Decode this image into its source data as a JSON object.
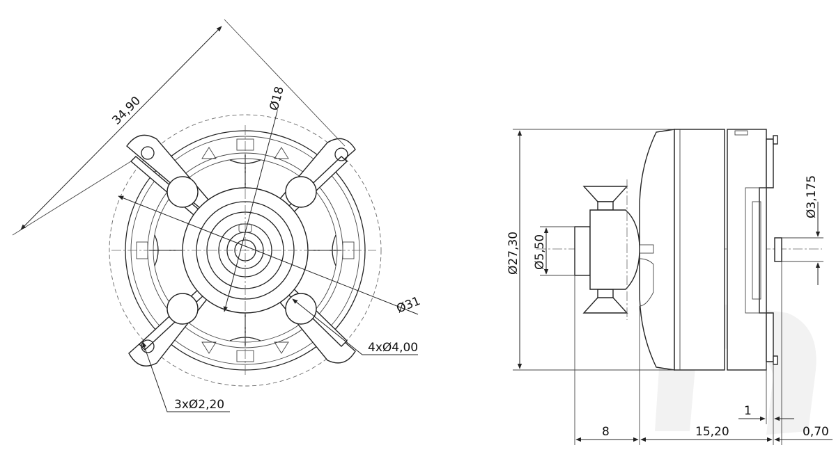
{
  "front_view": {
    "diagonal_span": "34,90",
    "inner_diameter": "Ø18",
    "outer_diameter": "Ø31",
    "holes_large": "4xØ4,00",
    "holes_small": "3xØ2,20"
  },
  "side_view": {
    "height": "Ø27,30",
    "shaft_holder_diameter": "Ø5,50",
    "shaft_diameter": "Ø3,175",
    "prop_length": "8",
    "body_length": "15,20",
    "step": "1",
    "shaft_tip": "0,70"
  },
  "colors": {
    "line": "#222222",
    "watermark": "#ececec"
  }
}
